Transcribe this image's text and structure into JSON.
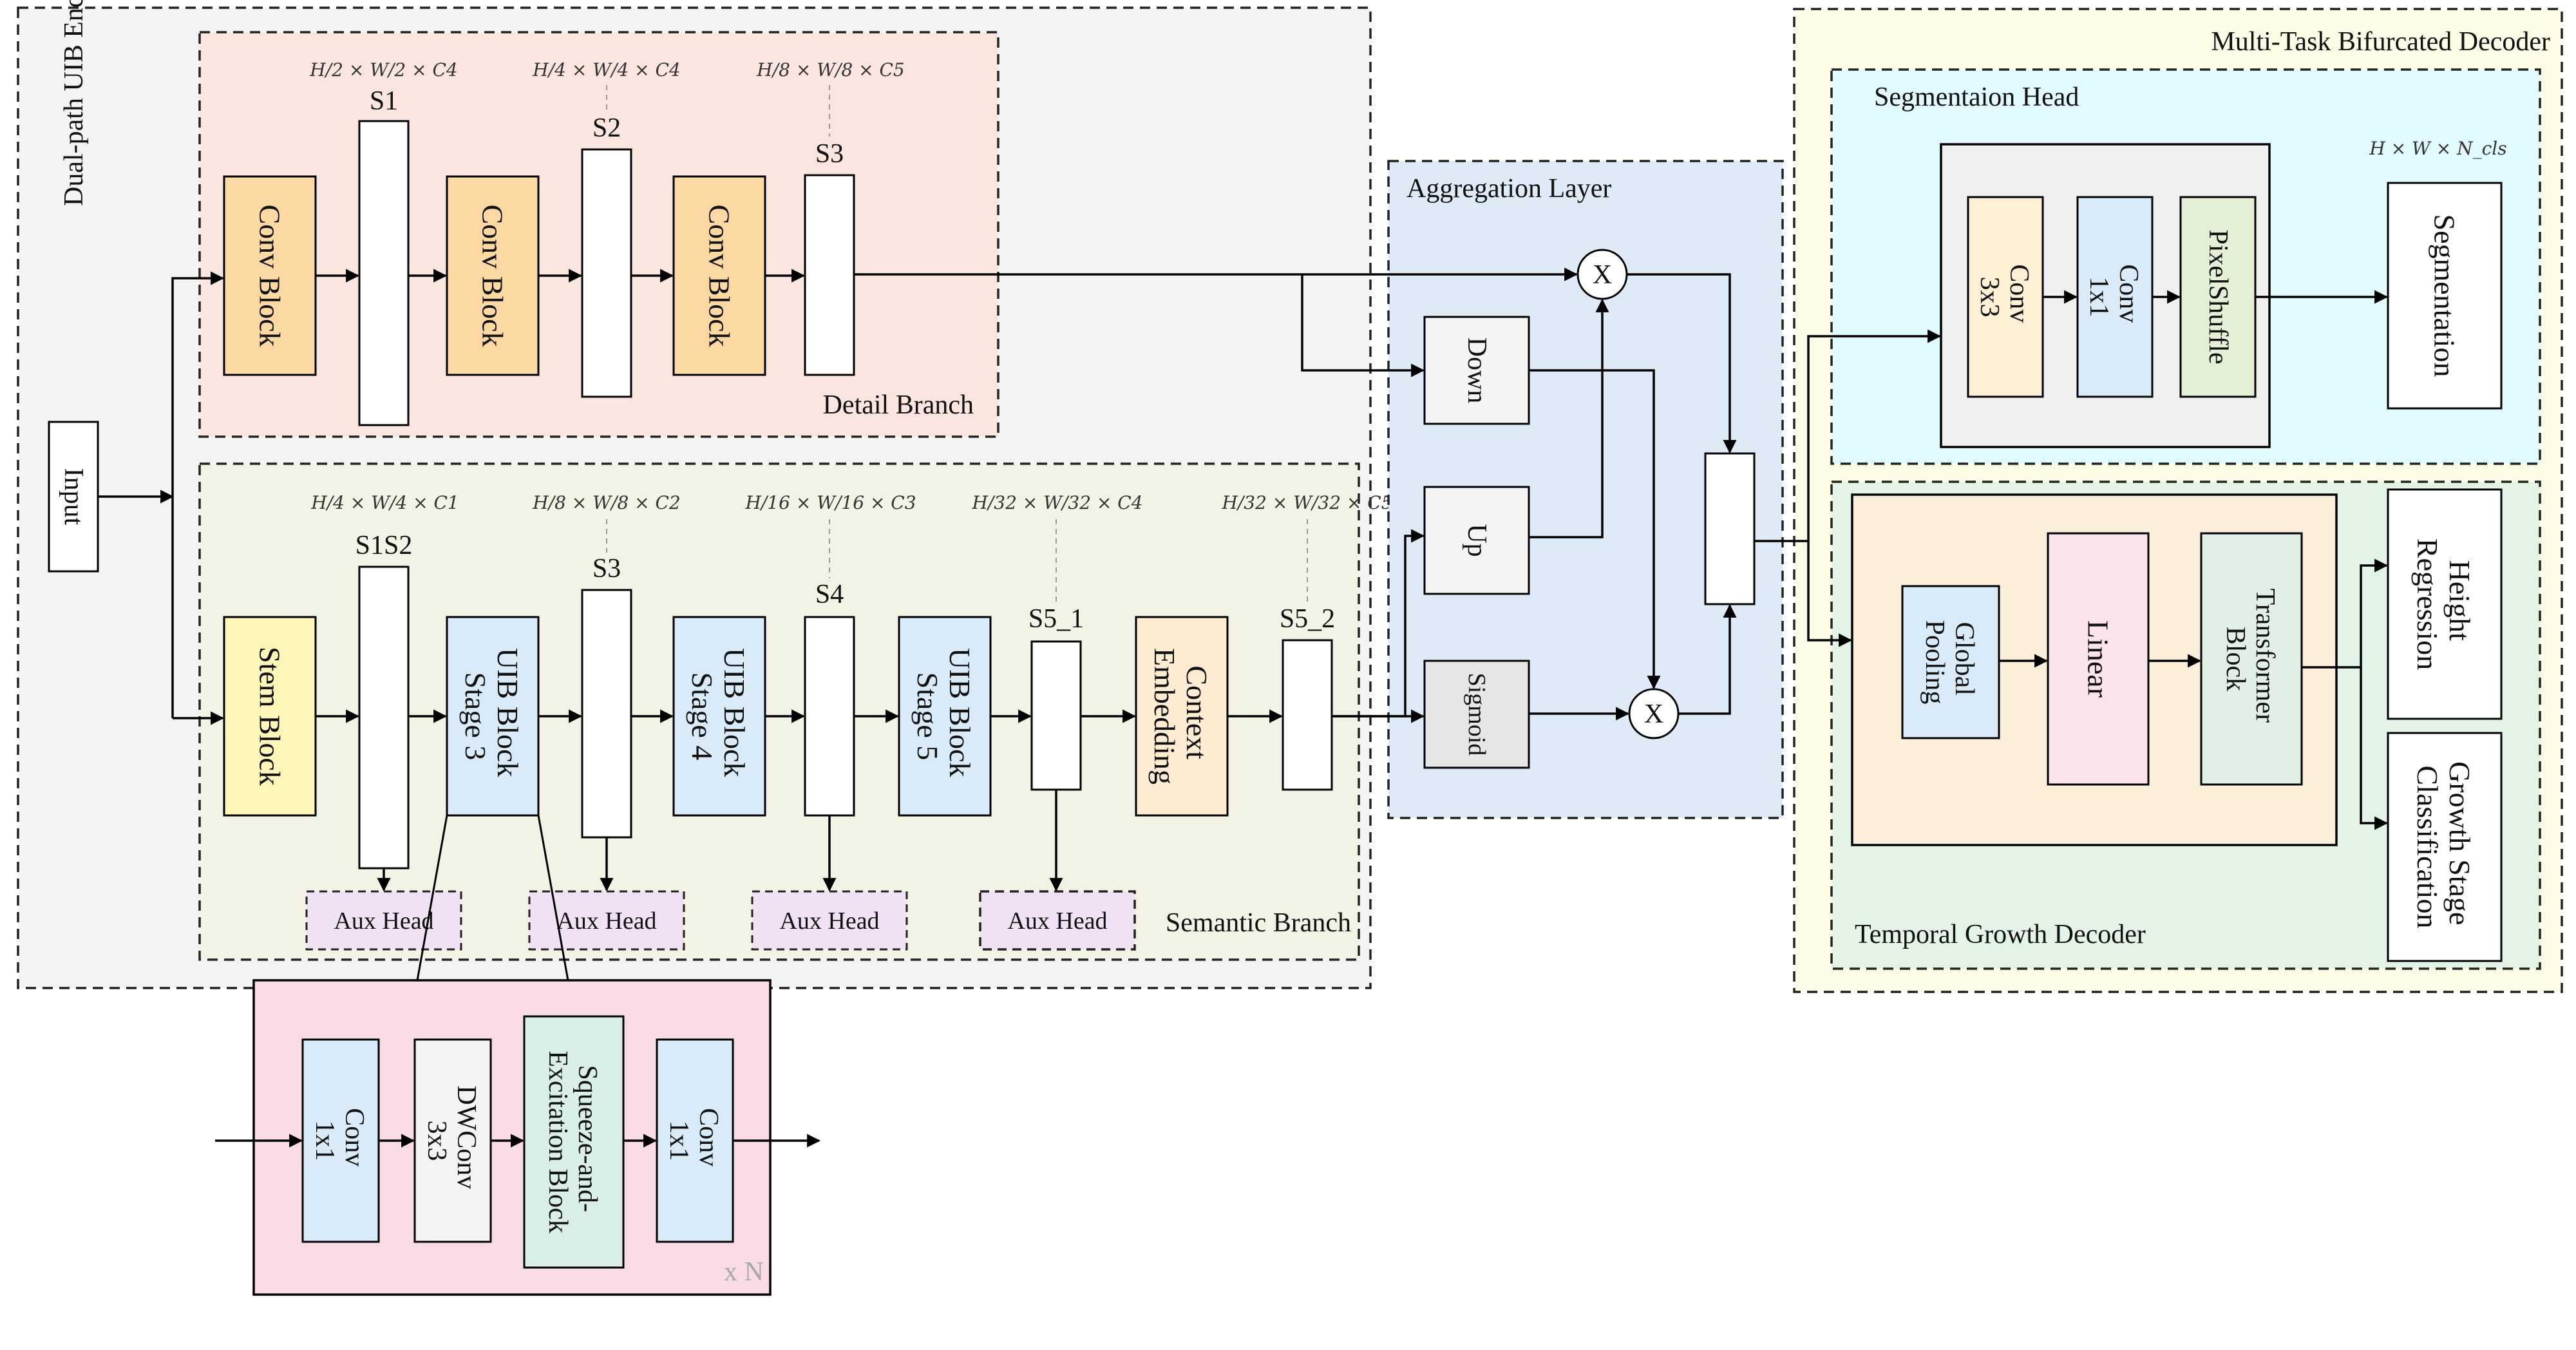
{
  "encoder": {
    "title": "Dual-path UIB Encoder",
    "detail_branch": {
      "label": "Detail Branch",
      "conv_block": "Conv Block",
      "s1": "S1",
      "s2": "S2",
      "s3": "S3",
      "dim_s1": "H/2 × W/2 × C4",
      "dim_s2": "H/4 × W/4 × C4",
      "dim_s3": "H/8 × W/8 × C5"
    },
    "semantic_branch": {
      "label": "Semantic Branch",
      "stem": "Stem Block",
      "uib3": [
        "UIB Block",
        "Stage 3"
      ],
      "uib4": [
        "UIB Block",
        "Stage 4"
      ],
      "uib5": [
        "UIB Block",
        "Stage 5"
      ],
      "context": [
        "Context",
        "Embedding"
      ],
      "s1s2": "S1S2",
      "s3": "S3",
      "s4": "S4",
      "s5_1": "S5_1",
      "s5_2": "S5_2",
      "dim_s1s2": "H/4 × W/4 × C1",
      "dim_s3": "H/8 × W/8 × C2",
      "dim_s4": "H/16 × W/16 × C3",
      "dim_s5_1": "H/32 × W/32 × C4",
      "dim_s5_2": "H/32 × W/32 × C5",
      "aux_head": "Aux Head"
    }
  },
  "input": "Input",
  "uib_detail": {
    "conv1": [
      "Conv",
      "1x1"
    ],
    "dwconv": [
      "DWConv",
      "3x3"
    ],
    "se": [
      "Squeeze-and-",
      "Excitation Block"
    ],
    "conv2": [
      "Conv",
      "1x1"
    ],
    "repeat": "x N"
  },
  "aggregation": {
    "title": "Aggregation Layer",
    "down": "Down",
    "up": "Up",
    "sigmoid": "Sigmoid",
    "mult": "X"
  },
  "decoder": {
    "title": "Multi-Task Bifurcated Decoder",
    "seg_head": {
      "title": "Segmentaion Head",
      "conv3": [
        "Conv",
        "3x3"
      ],
      "conv1": [
        "Conv",
        "1x1"
      ],
      "pixelshuffle": "PixelShuffle",
      "output": "Segmentation",
      "dim": "H × W × N_cls"
    },
    "temporal": {
      "title": "Temporal Growth Decoder",
      "pool": [
        "Global",
        "Pooling"
      ],
      "linear": "Linear",
      "transformer": [
        "Transformer",
        "Block"
      ],
      "height": [
        "Height",
        "Regression"
      ],
      "growth": [
        "Growth Stage",
        "Classification"
      ]
    }
  }
}
